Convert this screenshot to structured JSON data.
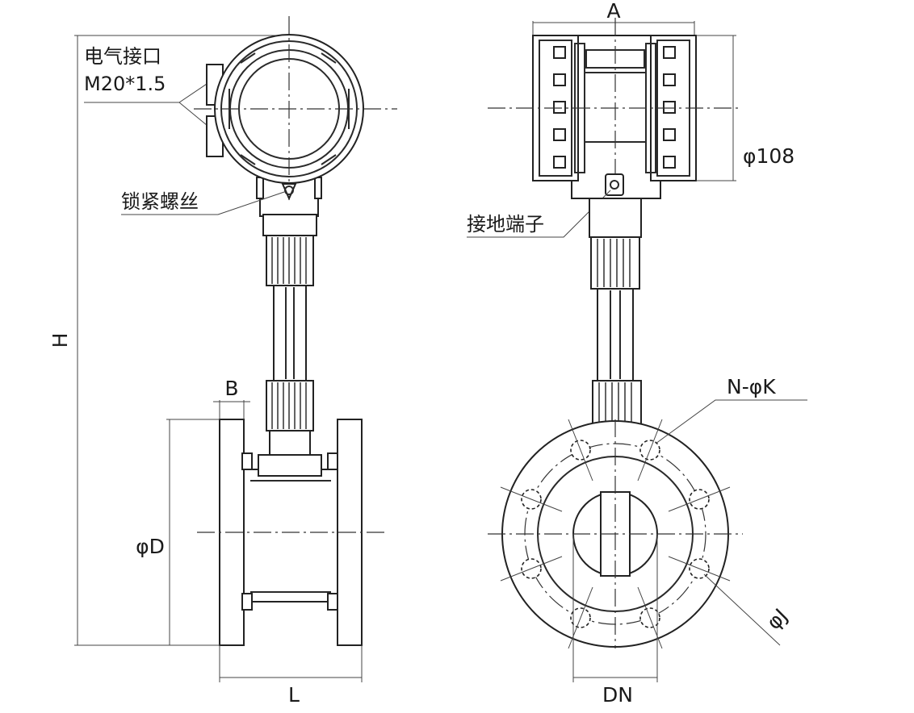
{
  "labels": {
    "electrical_interface": "电气接口",
    "thread_spec": "M20*1.5",
    "locking_screw": "锁紧螺丝",
    "ground_terminal": "接地端子"
  },
  "dimensions": {
    "height": "H",
    "flange_thickness": "B",
    "flange_diameter": "φD",
    "length": "L",
    "width": "A",
    "housing_diameter": "φ108",
    "bolt_holes": "N-φK",
    "bolt_circle": "φJ",
    "nominal_diameter": "DN"
  },
  "views": [
    "side-view",
    "front-view"
  ]
}
